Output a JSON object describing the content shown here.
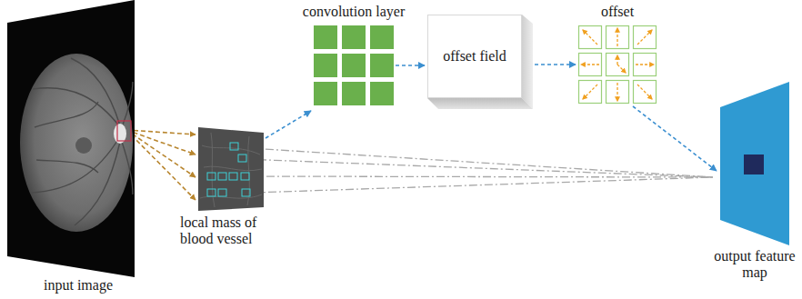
{
  "diagram": {
    "nodes": [
      {
        "text": [
          "input image"
        ]
      },
      {
        "text": [
          "local mass of blood vessel"
        ]
      },
      {
        "text": [
          "convolution layer"
        ]
      },
      {
        "text": [
          "offset field"
        ]
      },
      {
        "text": [
          "offset"
        ]
      },
      {
        "text": [
          "output feature map"
        ]
      }
    ],
    "edges": [
      {
        "from": 0,
        "to": 1,
        "arrow": "to"
      },
      {
        "from": 1,
        "to": 2,
        "arrow": "to"
      },
      {
        "from": 2,
        "to": 3,
        "arrow": "to"
      },
      {
        "from": 3,
        "to": 4,
        "arrow": "to"
      },
      {
        "from": 4,
        "to": 5,
        "arrow": "to"
      },
      {
        "from": 1,
        "to": 5,
        "arrow": "none"
      }
    ]
  }
}
